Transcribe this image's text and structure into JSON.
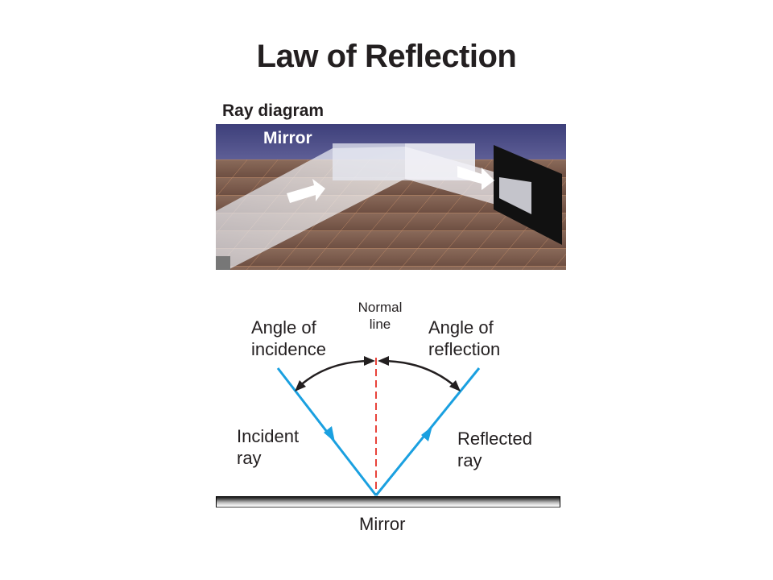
{
  "title": "Law of Reflection",
  "photo": {
    "heading": "Ray diagram",
    "label": "Mirror"
  },
  "diagram": {
    "normal_line_label_1": "Normal",
    "normal_line_label_2": "line",
    "angle_incidence_1": "Angle of",
    "angle_incidence_2": "incidence",
    "angle_reflection_1": "Angle of",
    "angle_reflection_2": "reflection",
    "incident_ray_1": "Incident",
    "incident_ray_2": "ray",
    "reflected_ray_1": "Reflected",
    "reflected_ray_2": "ray",
    "mirror_label": "Mirror"
  },
  "colors": {
    "ray": "#1aa0e0",
    "normal": "#e8433a",
    "text": "#231f20"
  }
}
